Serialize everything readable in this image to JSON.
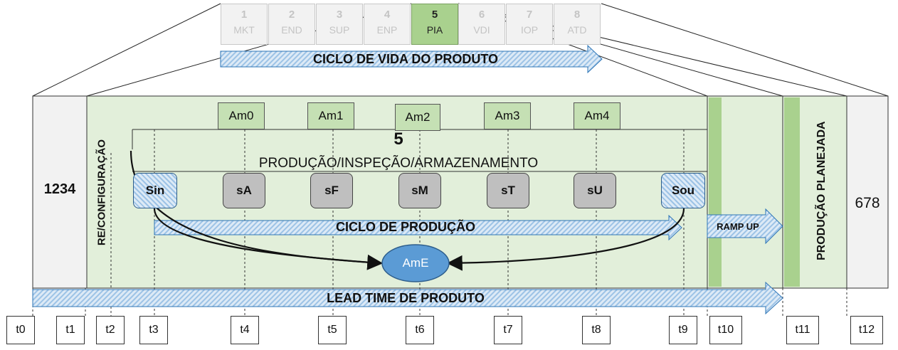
{
  "stages": [
    {
      "num": "1",
      "code": "MKT",
      "active": false
    },
    {
      "num": "2",
      "code": "END",
      "active": false
    },
    {
      "num": "3",
      "code": "SUP",
      "active": false
    },
    {
      "num": "4",
      "code": "ENP",
      "active": false
    },
    {
      "num": "5",
      "code": "PIA",
      "active": true
    },
    {
      "num": "6",
      "code": "VDI",
      "active": false
    },
    {
      "num": "7",
      "code": "IOP",
      "active": false
    },
    {
      "num": "8",
      "code": "ATD",
      "active": false
    }
  ],
  "lifecycle_label": "CICLO DE VIDA DO PRODUTO",
  "left_block_label": "1234",
  "reconfig_label": "RE/CONFIGURAÇÃO",
  "phase_number": "5",
  "phase_title": "PRODUÇÃO/INSPEÇÃO/ARMAZENAMENTO",
  "samples": [
    "Am0",
    "Am1",
    "Am2",
    "Am3",
    "Am4"
  ],
  "stations": [
    "Sin",
    "sA",
    "sF",
    "sM",
    "sT",
    "sU",
    "Sou"
  ],
  "production_cycle_label": "CICLO DE PRODUÇÃO",
  "storage_label": "AmE",
  "ramp_up_label": "RAMP UP",
  "planned_production_label": "PRODUÇÃO PLANEJADA",
  "right_block_label": "678",
  "lead_time_label": "LEAD TIME DE PRODUTO",
  "times": [
    "t0",
    "t1",
    "t2",
    "t3",
    "t4",
    "t5",
    "t6",
    "t7",
    "t8",
    "t9",
    "t10",
    "t11",
    "t12"
  ],
  "colors": {
    "panel_green": "#e2efda",
    "active_green": "#a9d18e",
    "sample_green": "#c5e0b4",
    "arrow_blue": "#9dc3e6",
    "arrow_border": "#2e75b6",
    "storage_blue": "#5b9bd5",
    "station_gray": "#bfbfbf",
    "side_gray": "#f2f2f2"
  }
}
